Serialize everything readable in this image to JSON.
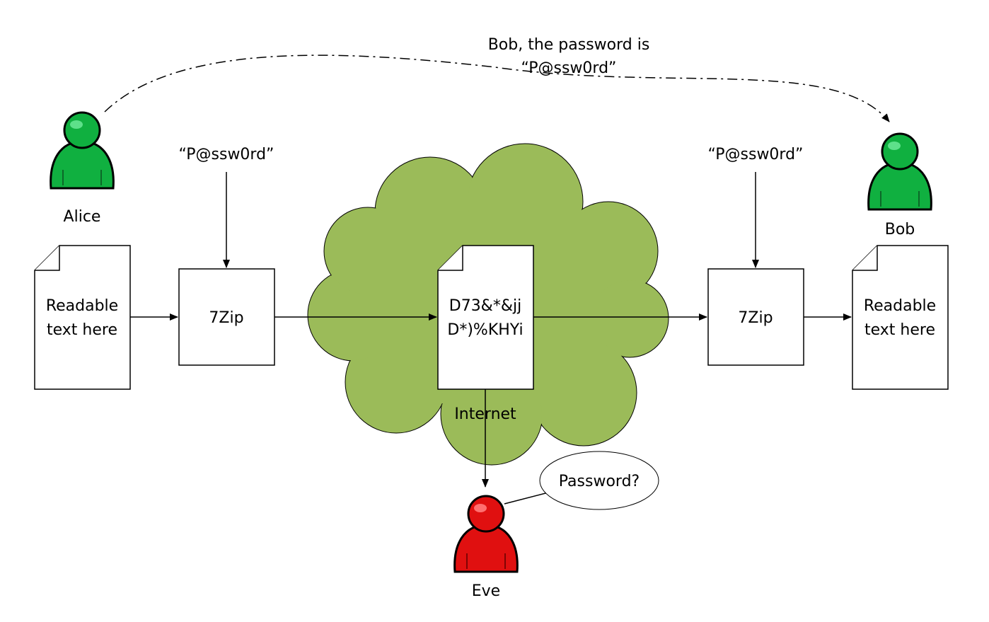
{
  "message": {
    "line1": "Bob, the password is",
    "line2": "“P@ssw0rd”"
  },
  "people": {
    "alice": {
      "name": "Alice",
      "color": "#10B040"
    },
    "bob": {
      "name": "Bob",
      "color": "#10B040"
    },
    "eve": {
      "name": "Eve",
      "color": "#E01010"
    }
  },
  "left": {
    "password": "“P@ssw0rd”",
    "document": {
      "line1": "Readable",
      "line2": "text here"
    },
    "zip_label": "7Zip"
  },
  "right": {
    "password": "“P@ssw0rd”",
    "document": {
      "line1": "Readable",
      "line2": "text here"
    },
    "zip_label": "7Zip"
  },
  "cloud": {
    "label": "Internet",
    "color": "#9BBB59",
    "encrypted": {
      "line1": "D73&*&jj",
      "line2": "D*)%KHYi"
    }
  },
  "eve_bubble": "Password?"
}
